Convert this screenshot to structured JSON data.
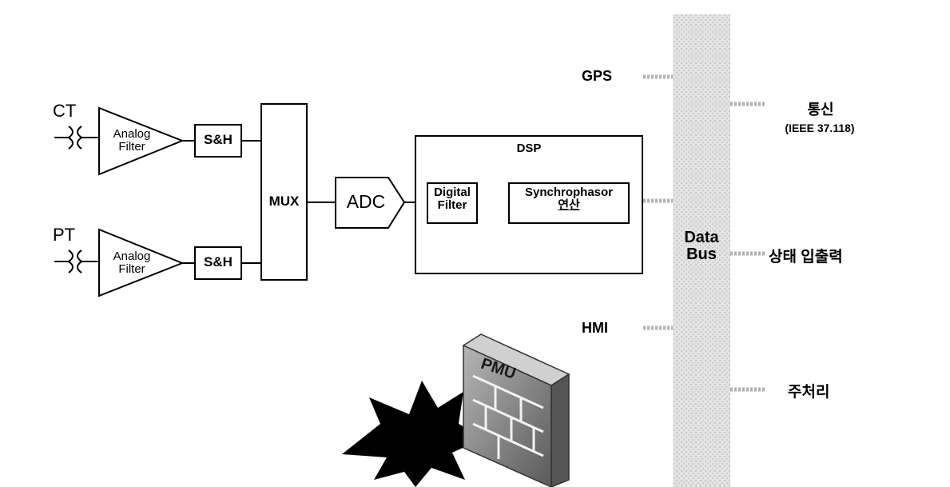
{
  "inputs": {
    "ct_label": "CT",
    "pt_label": "PT",
    "filter_line1": "Analog",
    "filter_line2": "Filter",
    "sh_label": "S&H"
  },
  "mux_label": "MUX",
  "adc_label": "ADC",
  "dsp": {
    "title": "DSP",
    "digital_filter_line1": "Digital",
    "digital_filter_line2": "Filter",
    "synchrophasor_line1": "Synchrophasor",
    "synchrophasor_line2": "연산"
  },
  "data_bus": {
    "line1": "Data",
    "line2": "Bus"
  },
  "left_bus_labels": {
    "gps": "GPS",
    "hmi": "HMI"
  },
  "right_bus_labels": {
    "comm": "통신",
    "comm_sub": "(IEEE 37.118)",
    "status_io": "상태 입출력",
    "main_proc": "주처리"
  },
  "firewall_text": "PMU",
  "colors": {
    "bus_fill": "#dcdcdc",
    "line": "#000000",
    "firewall": "#8a8a8a"
  }
}
